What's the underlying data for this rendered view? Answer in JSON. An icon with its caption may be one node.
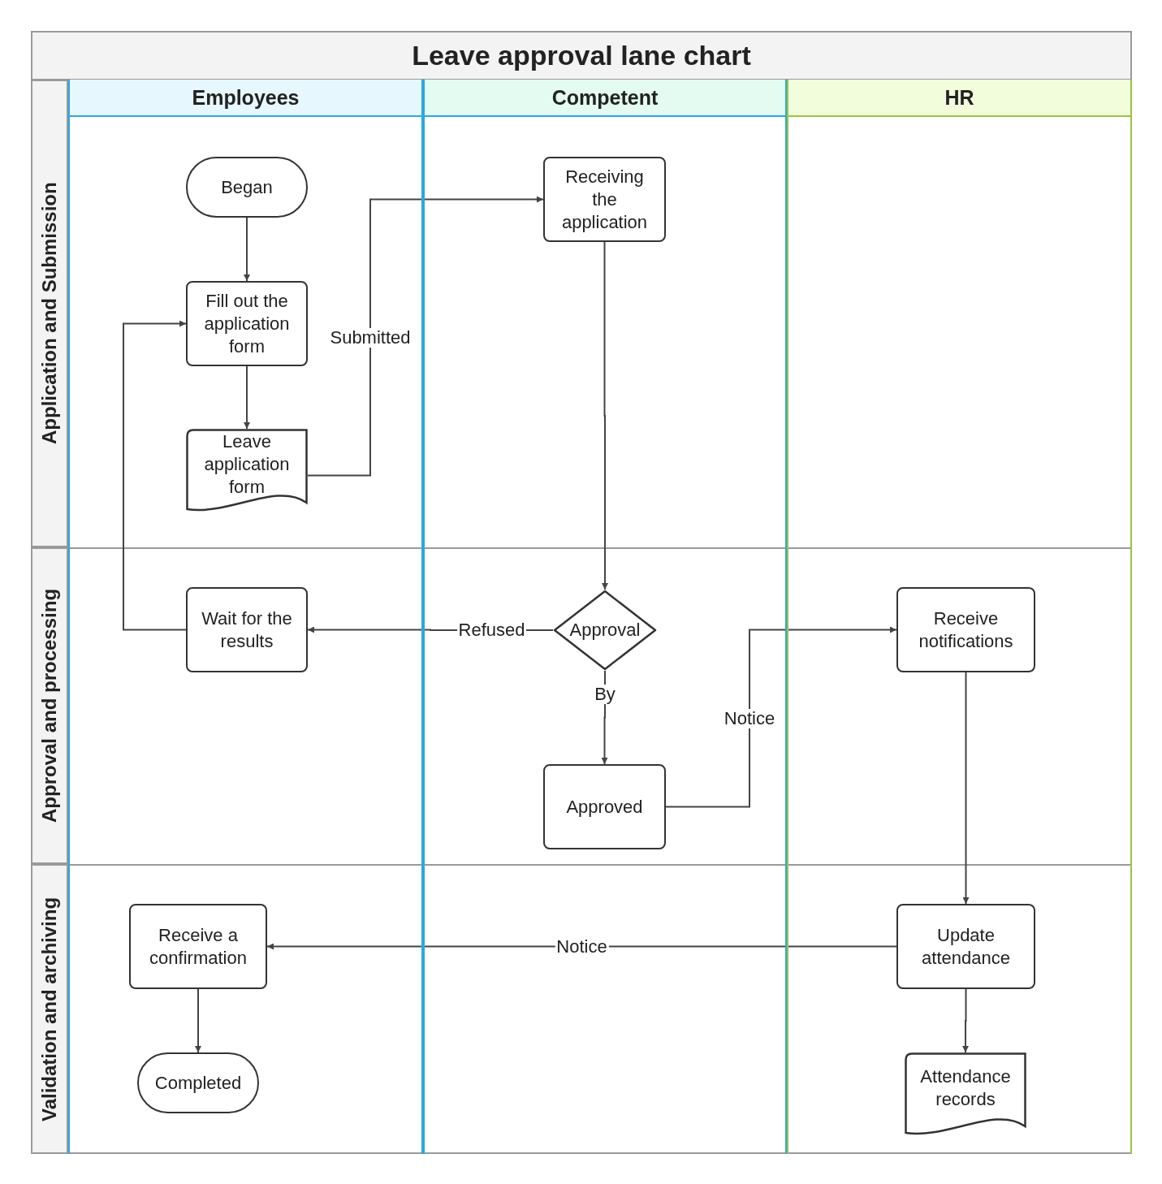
{
  "diagram": {
    "title": "Leave approval lane chart",
    "nodes": [
      {
        "text": [
          "Employees"
        ]
      },
      {
        "text": [
          "Competent"
        ]
      },
      {
        "text": [
          "HR"
        ]
      },
      {
        "text": [
          "Application and Submission"
        ]
      },
      {
        "text": [
          "Approval and processing"
        ]
      },
      {
        "text": [
          "Validation and archiving"
        ]
      },
      {
        "text": [
          "Began"
        ]
      },
      {
        "text": [
          "Fill out the application form"
        ]
      },
      {
        "text": [
          "Leave application form"
        ]
      },
      {
        "text": [
          "Receiving the application"
        ]
      },
      {
        "text": [
          "Wait for the results"
        ]
      },
      {
        "text": [
          "Approval"
        ]
      },
      {
        "text": [
          "Receive notifications"
        ]
      },
      {
        "text": [
          "Approved"
        ]
      },
      {
        "text": [
          "Receive a confirmation"
        ]
      },
      {
        "text": [
          "Update attendance"
        ]
      },
      {
        "text": [
          "Completed"
        ]
      },
      {
        "text": [
          "Attendance records"
        ]
      }
    ],
    "edges": [
      {
        "from": 6,
        "to": 7,
        "arrow": "to"
      },
      {
        "from": 7,
        "to": 8,
        "arrow": "to"
      },
      {
        "from": 8,
        "to": 9,
        "arrow": "to",
        "label": "Submitted"
      },
      {
        "from": 9,
        "to": 11,
        "arrow": "to"
      },
      {
        "from": 11,
        "to": 10,
        "arrow": "to",
        "label": "Refused"
      },
      {
        "from": 10,
        "to": 7,
        "arrow": "to"
      },
      {
        "from": 11,
        "to": 13,
        "arrow": "to",
        "label": "By"
      },
      {
        "from": 13,
        "to": 12,
        "arrow": "to",
        "label": "Notice"
      },
      {
        "from": 12,
        "to": 15,
        "arrow": "to"
      },
      {
        "from": 15,
        "to": 14,
        "arrow": "to",
        "label": "Notice"
      },
      {
        "from": 14,
        "to": 16,
        "arrow": "to"
      },
      {
        "from": 15,
        "to": 17,
        "arrow": "to"
      }
    ]
  }
}
